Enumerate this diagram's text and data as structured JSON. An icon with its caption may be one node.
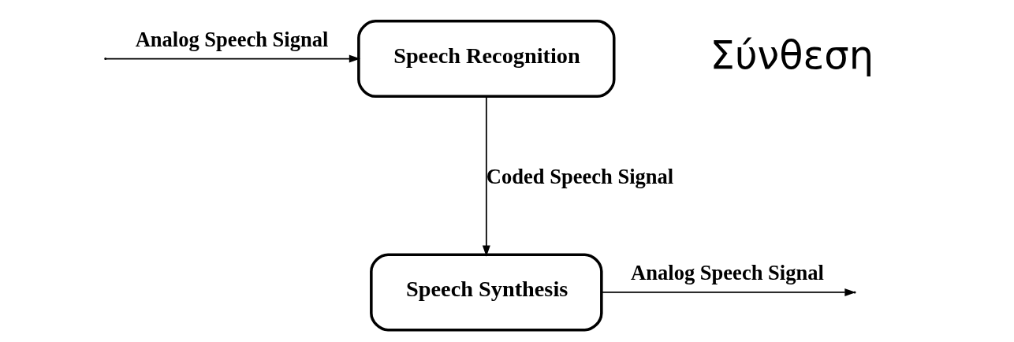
{
  "diagram": {
    "nodes": [
      {
        "text": [
          "Speech Recognition"
        ]
      },
      {
        "text": [
          "Speech Synthesis"
        ]
      }
    ],
    "edges": [
      {
        "from": null,
        "to": 0,
        "arrow": "to",
        "label": "Analog Speech Signal"
      },
      {
        "from": 0,
        "to": 1,
        "arrow": "to",
        "label": "Coded Speech Signal"
      },
      {
        "from": 1,
        "to": null,
        "arrow": "to",
        "label": "Analog Speech Signal"
      }
    ],
    "labels": [
      "Σύνθεση"
    ]
  }
}
